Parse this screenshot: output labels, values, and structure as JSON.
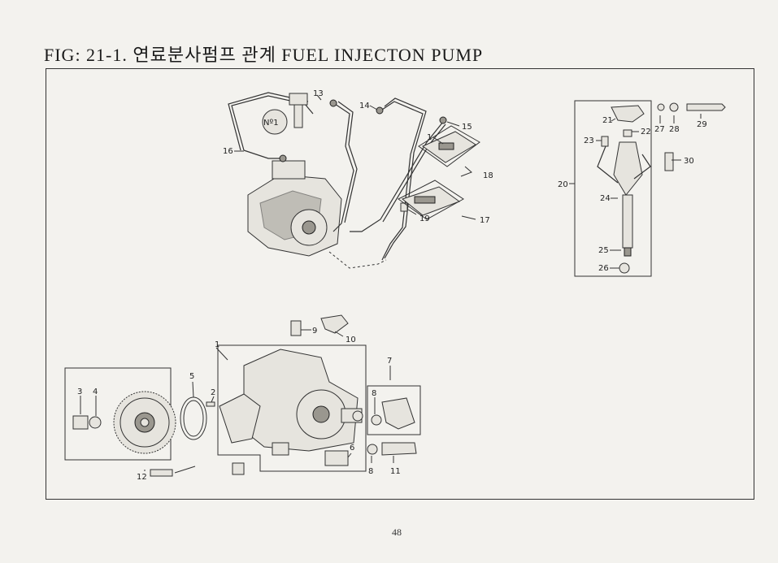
{
  "document": {
    "title": "FIG: 21-1. 연료분사펌프 관계 FUEL INJECTON PUMP",
    "page_number": "48",
    "cylinder_mark": "Nº1"
  },
  "callouts": [
    "1",
    "2",
    "3",
    "4",
    "5",
    "6",
    "7",
    "8",
    "8",
    "9",
    "10",
    "11",
    "12",
    "13",
    "14",
    "15",
    "16",
    "17",
    "18",
    "19",
    "20",
    "21",
    "22",
    "23",
    "24",
    "25",
    "26",
    "27",
    "28",
    "29",
    "30",
    "1"
  ]
}
